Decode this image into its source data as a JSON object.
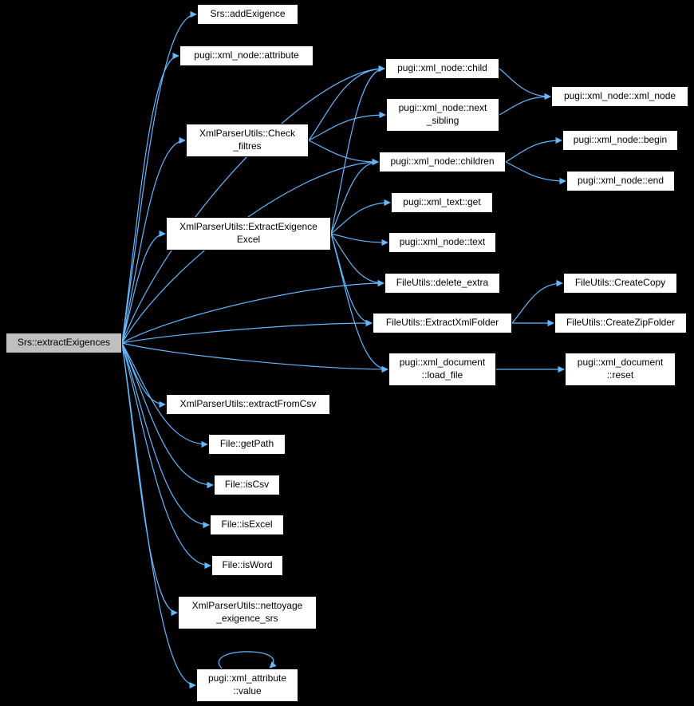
{
  "colors": {
    "background": "#000000",
    "edge": "#63b8ff",
    "node_fill": "#ffffff",
    "root_fill": "#bfbfbf",
    "border": "#000000",
    "text": "#000000"
  },
  "root_id": "extractExigences",
  "nodes": [
    {
      "id": "extractExigences",
      "label": "Srs::extractExigences"
    },
    {
      "id": "addExigence",
      "label": "Srs::addExigence"
    },
    {
      "id": "attribute",
      "label": "pugi::xml_node::attribute"
    },
    {
      "id": "checkFiltres",
      "label": "XmlParserUtils::Check\n_filtres"
    },
    {
      "id": "extractExigenceExcel",
      "label": "XmlParserUtils::ExtractExigence\nExcel"
    },
    {
      "id": "extractFromCsv",
      "label": "XmlParserUtils::extractFromCsv"
    },
    {
      "id": "getPath",
      "label": "File::getPath"
    },
    {
      "id": "isCsv",
      "label": "File::isCsv"
    },
    {
      "id": "isExcel",
      "label": "File::isExcel"
    },
    {
      "id": "isWord",
      "label": "File::isWord"
    },
    {
      "id": "nettoyage",
      "label": "XmlParserUtils::nettoyage\n_exigence_srs"
    },
    {
      "id": "attrValue",
      "label": "pugi::xml_attribute\n::value"
    },
    {
      "id": "child",
      "label": "pugi::xml_node::child"
    },
    {
      "id": "nextSibling",
      "label": "pugi::xml_node::next\n_sibling"
    },
    {
      "id": "children",
      "label": "pugi::xml_node::children"
    },
    {
      "id": "textGet",
      "label": "pugi::xml_text::get"
    },
    {
      "id": "nodeText",
      "label": "pugi::xml_node::text"
    },
    {
      "id": "deleteExtra",
      "label": "FileUtils::delete_extra"
    },
    {
      "id": "extractXmlFolder",
      "label": "FileUtils::ExtractXmlFolder"
    },
    {
      "id": "loadFile",
      "label": "pugi::xml_document\n::load_file"
    },
    {
      "id": "xmlNode",
      "label": "pugi::xml_node::xml_node"
    },
    {
      "id": "begin",
      "label": "pugi::xml_node::begin"
    },
    {
      "id": "end",
      "label": "pugi::xml_node::end"
    },
    {
      "id": "createCopy",
      "label": "FileUtils::CreateCopy"
    },
    {
      "id": "createZipFolder",
      "label": "FileUtils::CreateZipFolder"
    },
    {
      "id": "reset",
      "label": "pugi::xml_document\n::reset"
    }
  ],
  "edges": [
    {
      "from": "extractExigences",
      "to": "addExigence"
    },
    {
      "from": "extractExigences",
      "to": "attribute"
    },
    {
      "from": "extractExigences",
      "to": "checkFiltres"
    },
    {
      "from": "extractExigences",
      "to": "child"
    },
    {
      "from": "extractExigences",
      "to": "children"
    },
    {
      "from": "extractExigences",
      "to": "extractExigenceExcel"
    },
    {
      "from": "extractExigences",
      "to": "deleteExtra"
    },
    {
      "from": "extractExigences",
      "to": "extractXmlFolder"
    },
    {
      "from": "extractExigences",
      "to": "loadFile"
    },
    {
      "from": "extractExigences",
      "to": "extractFromCsv"
    },
    {
      "from": "extractExigences",
      "to": "getPath"
    },
    {
      "from": "extractExigences",
      "to": "isCsv"
    },
    {
      "from": "extractExigences",
      "to": "isExcel"
    },
    {
      "from": "extractExigences",
      "to": "isWord"
    },
    {
      "from": "extractExigences",
      "to": "nettoyage"
    },
    {
      "from": "extractExigences",
      "to": "attrValue"
    },
    {
      "from": "checkFiltres",
      "to": "child"
    },
    {
      "from": "checkFiltres",
      "to": "nextSibling"
    },
    {
      "from": "checkFiltres",
      "to": "children"
    },
    {
      "from": "extractExigenceExcel",
      "to": "child"
    },
    {
      "from": "extractExigenceExcel",
      "to": "children"
    },
    {
      "from": "extractExigenceExcel",
      "to": "textGet"
    },
    {
      "from": "extractExigenceExcel",
      "to": "nodeText"
    },
    {
      "from": "extractExigenceExcel",
      "to": "deleteExtra"
    },
    {
      "from": "extractExigenceExcel",
      "to": "extractXmlFolder"
    },
    {
      "from": "extractExigenceExcel",
      "to": "loadFile"
    },
    {
      "from": "child",
      "to": "xmlNode"
    },
    {
      "from": "nextSibling",
      "to": "xmlNode"
    },
    {
      "from": "children",
      "to": "begin"
    },
    {
      "from": "children",
      "to": "end"
    },
    {
      "from": "extractXmlFolder",
      "to": "createCopy"
    },
    {
      "from": "extractXmlFolder",
      "to": "createZipFolder"
    },
    {
      "from": "loadFile",
      "to": "reset"
    },
    {
      "from": "attrValue",
      "to": "attrValue"
    }
  ]
}
